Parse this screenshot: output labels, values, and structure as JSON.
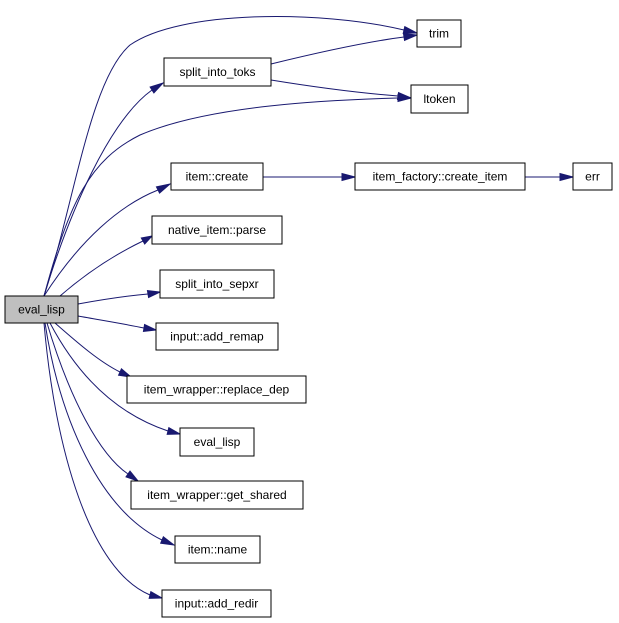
{
  "graph": {
    "root": "eval_lisp",
    "nodes": [
      {
        "id": "root",
        "label": "eval_lisp",
        "highlighted": true
      },
      {
        "id": "trim",
        "label": "trim"
      },
      {
        "id": "split_into_toks",
        "label": "split_into_toks"
      },
      {
        "id": "ltoken",
        "label": "ltoken"
      },
      {
        "id": "item_create",
        "label": "item::create"
      },
      {
        "id": "item_factory_create_item",
        "label": "item_factory::create_item"
      },
      {
        "id": "err",
        "label": "err"
      },
      {
        "id": "native_item_parse",
        "label": "native_item::parse"
      },
      {
        "id": "split_into_sepxr",
        "label": "split_into_sepxr"
      },
      {
        "id": "input_add_remap",
        "label": "input::add_remap"
      },
      {
        "id": "item_wrapper_replace_dep",
        "label": "item_wrapper::replace_dep"
      },
      {
        "id": "eval_lisp_callee",
        "label": "eval_lisp"
      },
      {
        "id": "item_wrapper_get_shared",
        "label": "item_wrapper::get_shared"
      },
      {
        "id": "item_name",
        "label": "item::name"
      },
      {
        "id": "input_add_redir",
        "label": "input::add_redir"
      }
    ],
    "edges": [
      [
        "root",
        "trim"
      ],
      [
        "root",
        "split_into_toks"
      ],
      [
        "root",
        "ltoken"
      ],
      [
        "root",
        "item_create"
      ],
      [
        "root",
        "native_item_parse"
      ],
      [
        "root",
        "split_into_sepxr"
      ],
      [
        "root",
        "input_add_remap"
      ],
      [
        "root",
        "item_wrapper_replace_dep"
      ],
      [
        "root",
        "eval_lisp_callee"
      ],
      [
        "root",
        "item_wrapper_get_shared"
      ],
      [
        "root",
        "item_name"
      ],
      [
        "root",
        "input_add_redir"
      ],
      [
        "split_into_toks",
        "trim"
      ],
      [
        "split_into_toks",
        "ltoken"
      ],
      [
        "item_create",
        "item_factory_create_item"
      ],
      [
        "item_factory_create_item",
        "err"
      ]
    ],
    "colors": {
      "edge": "#191970",
      "node_border": "#000000",
      "root_fill": "#bfbfbf",
      "node_fill": "#ffffff"
    }
  }
}
